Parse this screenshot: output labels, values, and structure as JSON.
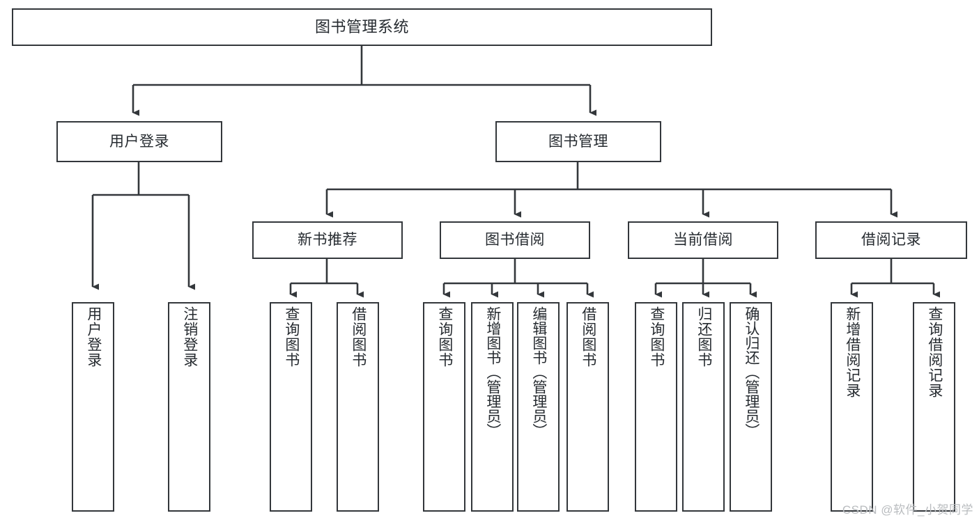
{
  "diagram": {
    "title": "图书管理系统",
    "type": "tree",
    "colors": {
      "node_border": "#33373b",
      "node_fill": "#ffffff",
      "edge": "#33373b",
      "text": "#262b30",
      "watermark": "#b9bcbf",
      "background": "#ffffff"
    },
    "nodes": {
      "root": {
        "label": "图书管理系统"
      },
      "level2": [
        {
          "label": "用户登录"
        },
        {
          "label": "图书管理"
        }
      ],
      "level3": [
        {
          "label": "新书推荐"
        },
        {
          "label": "图书借阅"
        },
        {
          "label": "当前借阅"
        },
        {
          "label": "借阅记录"
        }
      ],
      "leaves": {
        "user_login": [
          {
            "label": "用户登录"
          },
          {
            "label": "注销登录"
          }
        ],
        "new_book_recommend": [
          {
            "label": "查询图书"
          },
          {
            "label": "借阅图书"
          }
        ],
        "book_borrow": [
          {
            "label": "查询图书"
          },
          {
            "label": "新增图书（管理员）"
          },
          {
            "label": "编辑图书（管理员）"
          },
          {
            "label": "借阅图书"
          }
        ],
        "current_borrow": [
          {
            "label": "查询图书"
          },
          {
            "label": "归还图书"
          },
          {
            "label": "确认归还（管理员）"
          }
        ],
        "borrow_record": [
          {
            "label": "新增借阅记录"
          },
          {
            "label": "查询借阅记录"
          }
        ]
      }
    },
    "watermark": "CSDN @软件_小贺同学"
  }
}
